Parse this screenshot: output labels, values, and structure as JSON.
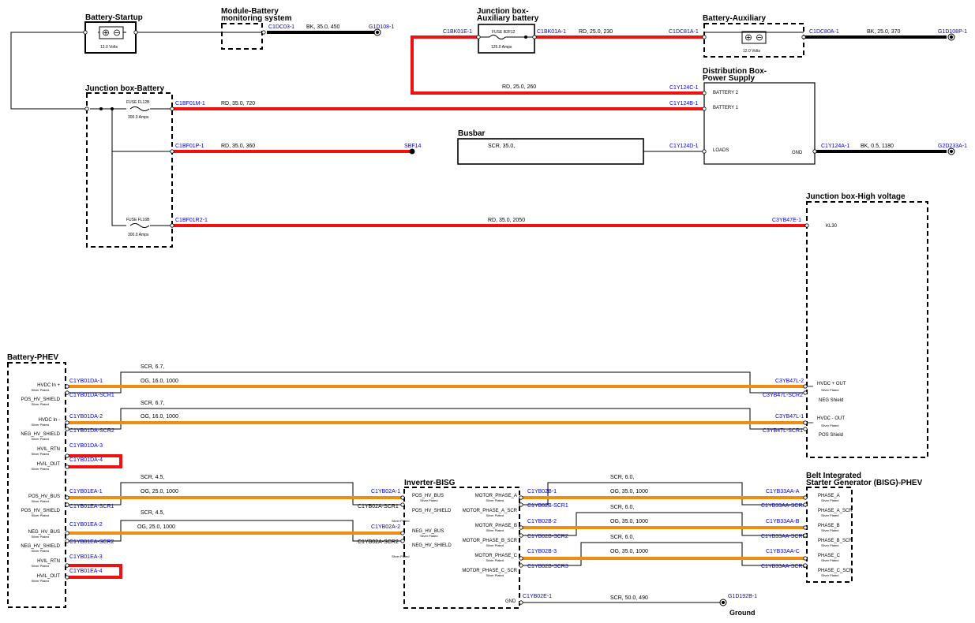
{
  "blocks": {
    "battery_startup": {
      "title": "Battery-Startup",
      "volts": "12.0 Volts"
    },
    "module_battery": {
      "title_1": "Module-Battery",
      "title_2": "monitoring system"
    },
    "jb_aux": {
      "title_1": "Junction box-",
      "title_2": "Auxiliary battery",
      "fuse": "FUSE B2F12",
      "amps": "125.0 Amps"
    },
    "battery_aux": {
      "title": "Battery-Auxiliary",
      "volts": "12.0 Volts"
    },
    "jb_battery": {
      "title": "Junction box-Battery",
      "fuse1": "FUSE FL12B",
      "amps1": "300.0 Amps",
      "fuse2": "FUSE FL16B",
      "amps2": "300.0 Amps"
    },
    "distribution": {
      "title_1": "Distribution Box-",
      "title_2": "Power Supply",
      "battery2": "BATTERY 2",
      "battery1": "BATTERY 1",
      "loads": "LOADS",
      "gnd": "GND"
    },
    "busbar": {
      "title": "Busbar"
    },
    "jb_hv": {
      "title": "Junction box-High voltage",
      "kl30": "KL30",
      "hvdc_plus": "HVDC + OUT",
      "neg_shield": "NEG Shield",
      "hvdc_minus": "HVDC - OUT",
      "pos_shield": "POS Shield",
      "silver": "Silver Plated"
    },
    "battery_phev": {
      "title": "Battery-PHEV",
      "silver": "Silver Plated",
      "pins": [
        "HVDC In +",
        "POS_HV_SHIELD",
        "HVDC In -",
        "NEG_HV_SHIELD",
        "HVIL_RTN",
        "HVIL_OUT",
        "POS_HV_BUS",
        "POS_HV_SHIELD",
        "NEG_HV_BUS",
        "NEG_HV_SHIELD",
        "HVIL_RTN",
        "HVIL_OUT"
      ]
    },
    "inverter": {
      "title": "Inverter-BISG",
      "silver": "Silver Plated",
      "left_pins": [
        "POS_HV_BUS",
        "POS_HV_SHIELD",
        "NEG_HV_BUS",
        "NEG_HV_SHIELD"
      ],
      "right_pins": [
        "MOTOR_PHASE_A",
        "MOTOR_PHASE_A_SCR",
        "MOTOR_PHASE_B",
        "MOTOR_PHASE_B_SCR",
        "MOTOR_PHASE_C",
        "MOTOR_PHASE_C_SCR"
      ],
      "gnd": "GND"
    },
    "bisg": {
      "title_1": "Belt Integrated",
      "title_2": "Starter Generator (BISG)-PHEV",
      "silver": "Silver Plated",
      "pins": [
        "PHASE_A",
        "PHASE_A_SCR",
        "PHASE_B",
        "PHASE_B_SCR",
        "PHASE_C",
        "PHASE_C_SCR"
      ]
    },
    "ground": {
      "label": "Ground"
    }
  },
  "connectors": {
    "c1dc03": "C1DC03-1",
    "g1d108": "G1D108-1",
    "c1bk01e": "C1BK01E-1",
    "c1bk01a": "C1BK01A-1",
    "c1dc81a": "C1DC81A-1",
    "c1dc80a": "C1DC80A-1",
    "g1d108p": "G1D108P-1",
    "c1y124c": "C1Y124C-1",
    "c1bf01m": "C1BF01M-1",
    "c1y124b": "C1Y124B-1",
    "c1bf01p": "C1BF01P-1",
    "sbf14": "SBF14",
    "c1y124d": "C1Y124D-1",
    "c1y124a": "C1Y124A-1",
    "g2d233a": "G2D233A-1",
    "c1bf01r2": "C1BF01R2-1",
    "c3yb47e": "C3YB47E-1",
    "c1yb01da_1": "C1YB01DA-1",
    "c1yb01da_scr1": "C1YB01DA-SCR1",
    "c1yb01da_2": "C1YB01DA-2",
    "c1yb01da_scr2": "C1YB01DA-SCR2",
    "c1yb01da_3": "C1YB01DA-3",
    "c1yb01da_4": "C1YB01DA-4",
    "c3yb47l_2": "C3YB47L-2",
    "c3yb47l_scr2": "C3YB47L-SCR2",
    "c3yb47l_1": "C3YB47L-1",
    "c3yb47l_scr1": "C3YB47L-SCR1",
    "c1yb01ea_1": "C1YB01EA-1",
    "c1yb01ea_scr1": "C1YB01EA-SCR1",
    "c1yb01ea_2": "C1YB01EA-2",
    "c1yb01ea_scr2": "C1YB01EA-SCR2",
    "c1yb01ea_3": "C1YB01EA-3",
    "c1yb01ea_4": "C1YB01EA-4",
    "c1yb02a_1": "C1YB02A-1",
    "c1yb02a_scr1": "C1YB02A-SCR1",
    "c1yb02a_2": "C1YB02A-2",
    "c1yb02a_scr2": "C1YB02A-SCR2",
    "c1yb02b_1": "C1YB02B-1",
    "c1yb02b_scr1": "C1YB02B-SCR1",
    "c1yb02b_2": "C1YB02B-2",
    "c1yb02b_scr2": "C1YB02B-SCR2",
    "c1yb02b_3": "C1YB02B-3",
    "c1yb02b_scr3": "C1YB02B-SCR3",
    "c1yb33aa_a": "C1YB33AA-A",
    "c1yb33aa_scra": "C1YB33AA-SCRA",
    "c1yb33aa_b": "C1YB33AA-B",
    "c1yb33aa_scrb": "C1YB33AA-SCRB",
    "c1yb33aa_c": "C1YB33AA-C",
    "c1yb33aa_scrc": "C1YB33AA-SCRC",
    "c1yb02e": "C1YB02E-1",
    "g1d192b": "G1D192B-1"
  },
  "wires": {
    "w_bk_450": "BK,  35.0,  450",
    "w_rd_230": "RD,  25.0,  230",
    "w_bk_370": "BK,  25.0,  370",
    "w_rd_260": "RD,  25.0,  260",
    "w_rd_720": "RD,  35.0,  720",
    "w_rd_360": "RD,  35.0,  360",
    "w_scr_busbar": "SCR,  35.0,",
    "w_bk_1180": "BK,  0.5,  1180",
    "w_rd_2050": "RD,  35.0,  2050",
    "w_scr_67a": "SCR,  6.7,",
    "w_og_1000a": "OG,  16.0,  1000",
    "w_scr_67b": "SCR,  6.7,",
    "w_og_1000b": "OG,  16.0,  1000",
    "w_scr_45a": "SCR,  4.5,",
    "w_og_25a": "OG,  25.0,  1000",
    "w_scr_45b": "SCR,  4.5,",
    "w_og_25b": "OG,  25.0,  1000",
    "w_scr_6a": "SCR,  6.0,",
    "w_og_35a": "OG,  35.0,  1000",
    "w_scr_6b": "SCR,  6.0,",
    "w_og_35b": "OG,  35.0,  1000",
    "w_scr_6c": "SCR,  6.0,",
    "w_og_35c": "OG,  35.0,  1000",
    "w_scr_490": "SCR,  50.0,  490"
  },
  "colors": {
    "red": "#ee1111",
    "orange": "#f08c10",
    "black": "#000000",
    "connector_text": "#0000cc"
  }
}
